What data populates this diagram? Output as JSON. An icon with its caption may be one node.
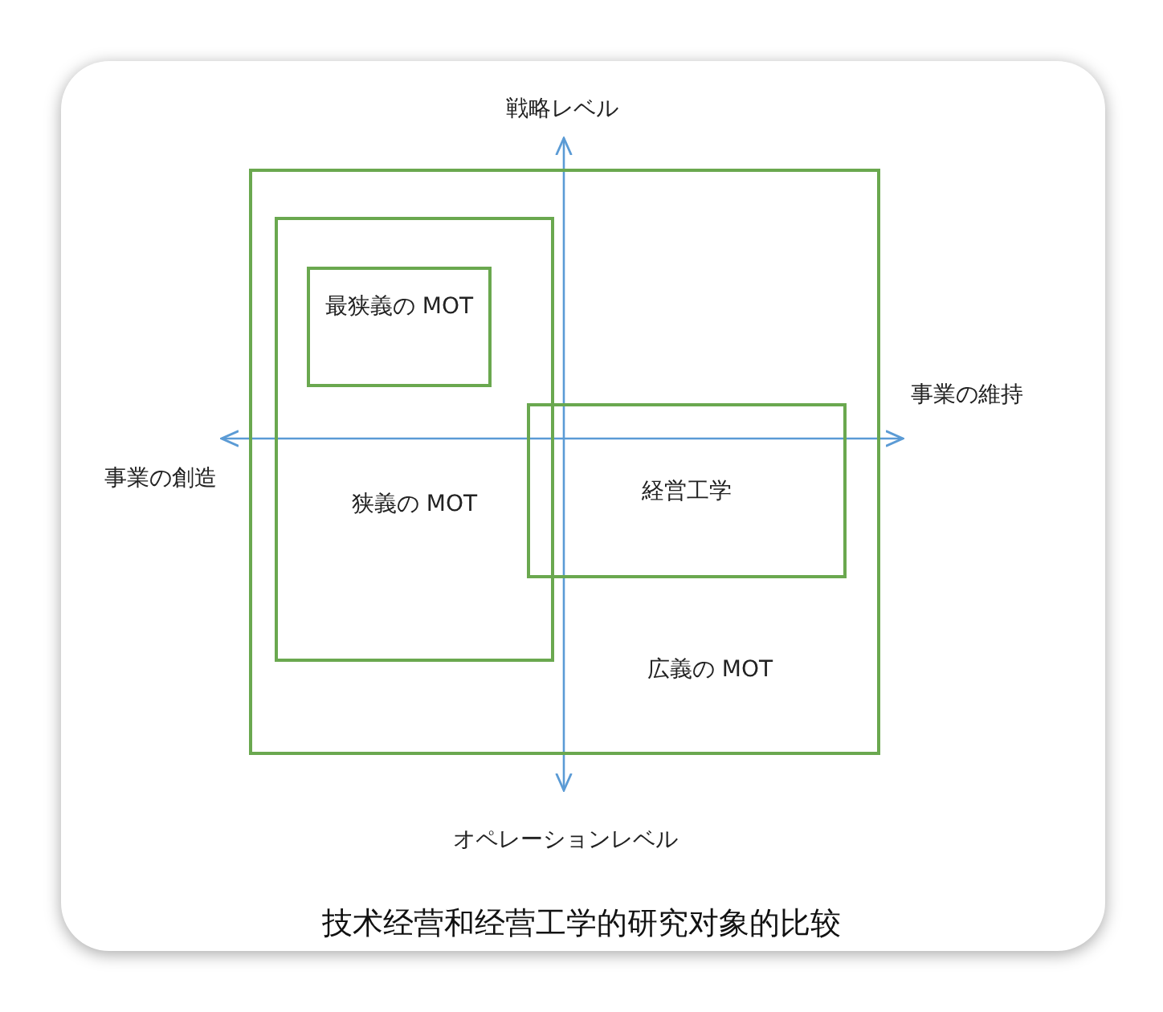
{
  "diagram": {
    "caption": "技术经营和经营工学的研究对象的比较",
    "nodes": [
      {
        "text": [
          "広義の MOT"
        ]
      },
      {
        "text": [
          "狭義の MOT"
        ],
        "in": 0
      },
      {
        "text": [
          "最狭義の MOT"
        ],
        "in": 1
      },
      {
        "text": [
          "経営工学"
        ],
        "in": 0
      }
    ],
    "edges": [],
    "labels": [
      "戦略レベル",
      "事業の維持",
      "事業の創造",
      "オペレーションレベル"
    ]
  }
}
